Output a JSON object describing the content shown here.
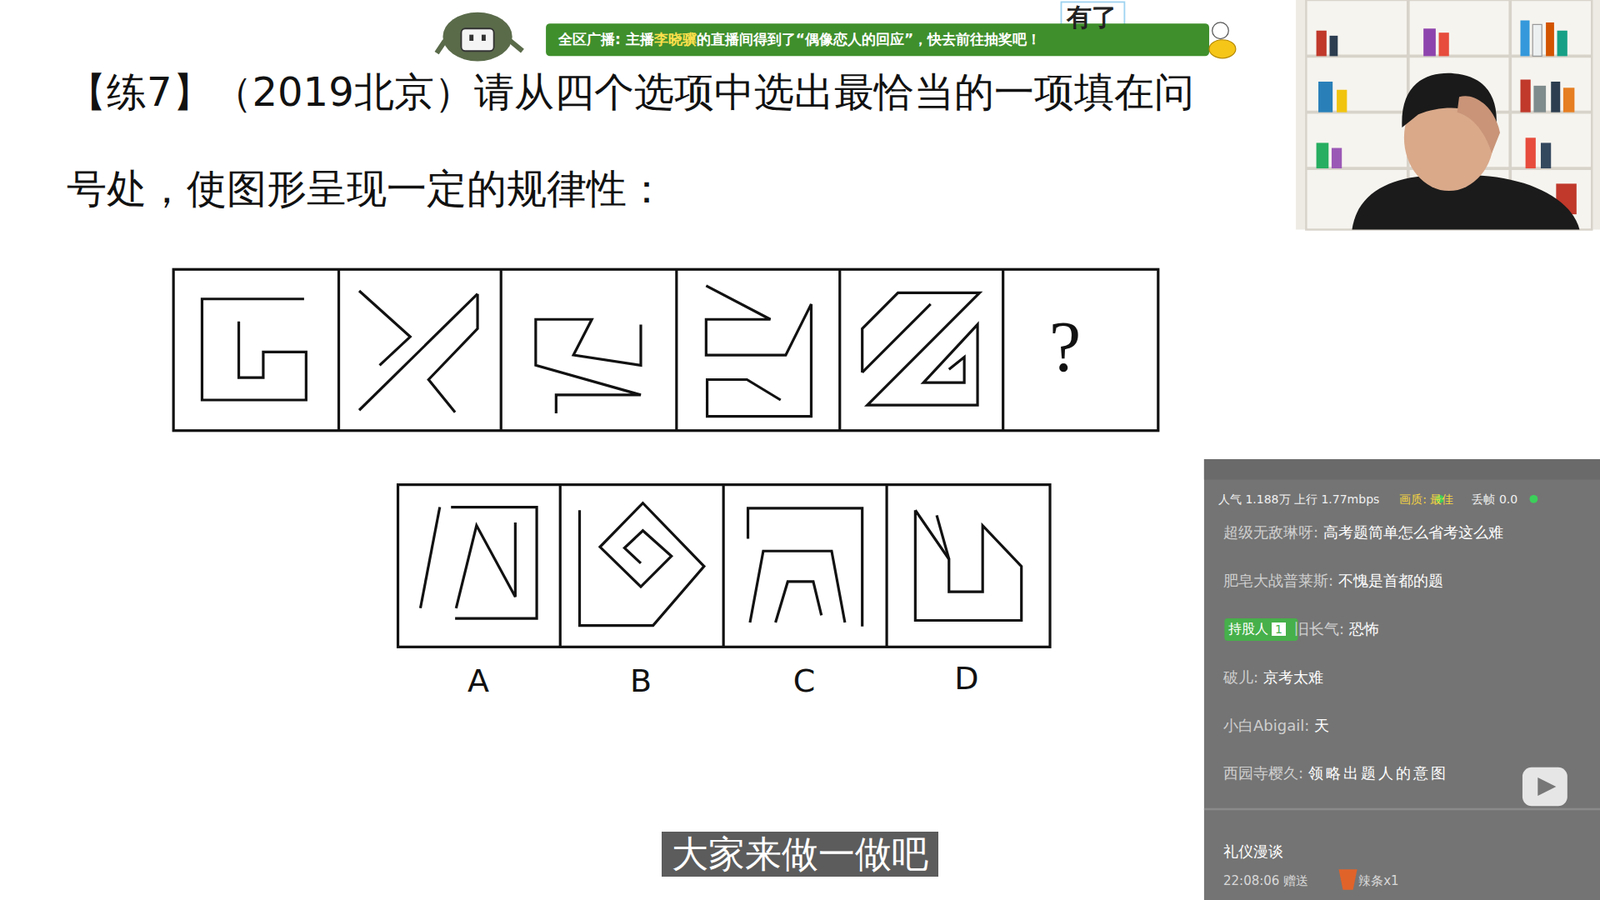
{
  "diagram": {
    "title": "【练7】（2019北京）请从四个选项中选出最恰当的一项填在问号处，使图形呈现一定的规律性：",
    "caption": "大家来做一做吧",
    "labels": [
      "有了",
      "全区广播: 主播",
      "李晓骥",
      "的直播间得到了“偶像恋人的回应”，快去前往抽奖吧！",
      "?",
      "A",
      "B",
      "C",
      "D",
      "人气 1.188万 上行 1.77mbps",
      "画质: 最佳",
      "丢帧 0.0",
      "超级无敌琳呀:",
      "高考题简单怎么省考这么难",
      "肥皂大战普莱斯:",
      "不愧是首都的题",
      "持股人",
      "1",
      "旧长气:",
      "恐怖",
      "破儿:",
      "京考太难",
      "小白Abigail:",
      "天",
      "西园寺樱久:",
      "领略出题人的意图",
      "礼仪漫谈",
      "22:08:06 赠送",
      "辣条x1"
    ]
  }
}
